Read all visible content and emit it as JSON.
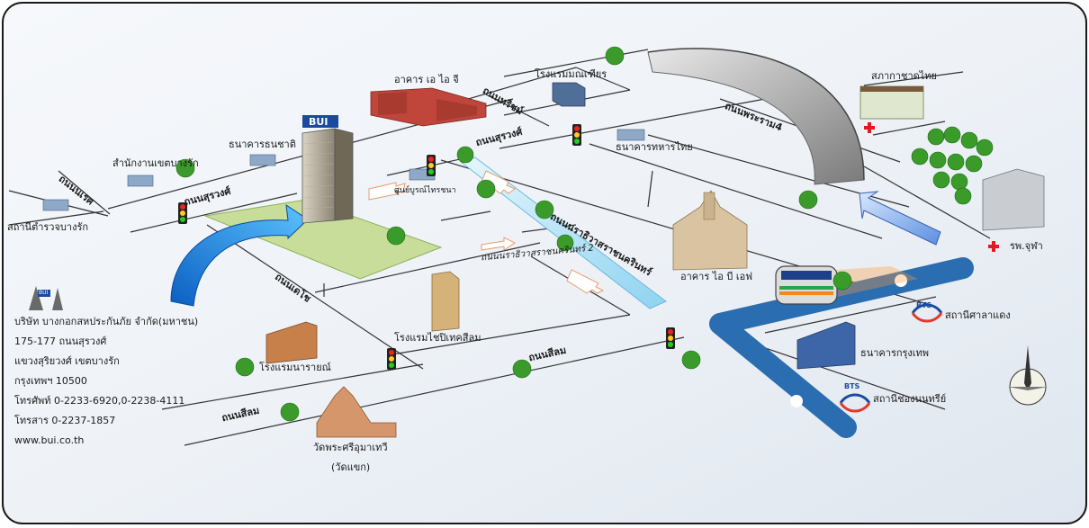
{
  "brand": {
    "logo_text": "BUI",
    "small_logo_text": "BUI"
  },
  "roads": {
    "surawong_left": "ถนนสุรวงศ์",
    "narathiwat": "ถนนนเรศ",
    "surawong_mid": "ถนนสุรวงศ์",
    "thaniya": "ถนนทริชม์",
    "rama4": "ถนนพระราม4",
    "narathiwat_rachanakarin": "ถนนนราธิวาสราชนครินทร์",
    "narathiwat_2": "ถนนนราธิวาสราชนครินทร์ 2",
    "decho": "ถนนเดโช",
    "silom_mid": "ถนนสีลม",
    "silom_left": "ถนนสีลม"
  },
  "places": {
    "police": "สถานีตำรวจบางรัก",
    "district_office": "สำนักงานเขตบางรัก",
    "thanachart": "ธนาคารธนชาติ",
    "aia": "อาคาร เอ ไอ จี",
    "montien": "โรงแรมมณเฑียร",
    "tmb": "ธนาคารทหารไทย",
    "red_cross": "สภากาชาดไทย",
    "chula": "รพ.จุฬา",
    "bangkok_christian": "ศูนย์บูรณ์ไทรชนา",
    "ibm": "อาคาร ไอ บี เอฟ",
    "sala_daeng": "สถานีศาลาแดง",
    "bbl": "ธนาคารกรุงเทพ",
    "chong_nonsi": "สถานีช่องนนทรีย์",
    "pinnacle": "โรงแรมไชปิเทคสีลม",
    "narai": "โรงแรมนารายณ์",
    "temple_name": "วัดพระศรีอุมาเทวี",
    "temple_alias": "(วัดแขก)"
  },
  "bts": {
    "logo": "BTS"
  },
  "company": {
    "name": "บริษัท บางกอกสหประกันภัย จำกัด(มหาชน)",
    "address1": "175-177 ถนนสุรวงศ์",
    "address2": "แขวงสุริยวงศ์ เขตบางรัก",
    "address3": "กรุงเทพฯ 10500",
    "phone": "โทรศัพท์ 0-2233-6920,0-2238-4111",
    "fax": "โทรสาร 0-2237-1857",
    "website": "www.bui.co.th"
  },
  "colors": {
    "frame": "#1a1a1a",
    "ground": "#ffffff",
    "park": "#c8dd9a",
    "bts_track": "#2a6db0",
    "arrow_blue": "#2a8ad8",
    "canal": "#bfe6f7",
    "tree": "#3a9b2a",
    "cross": "#e11b22"
  }
}
